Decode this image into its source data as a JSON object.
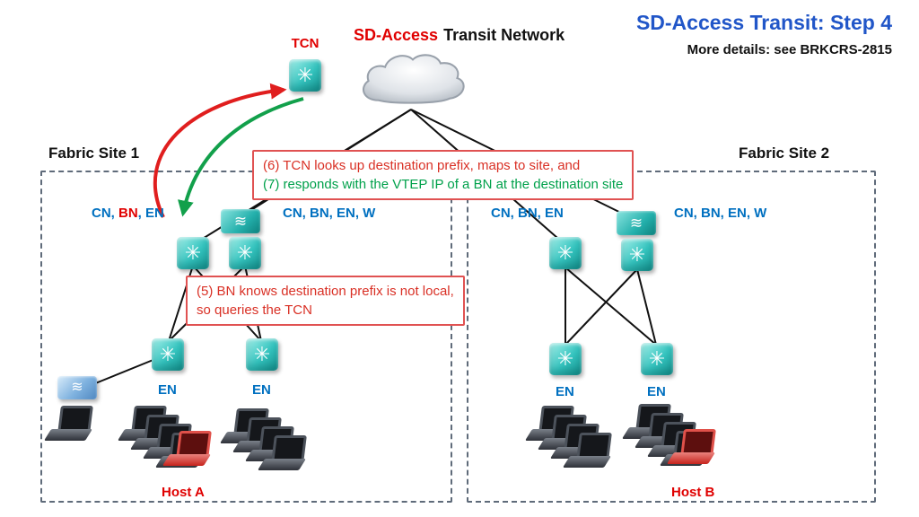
{
  "header": {
    "title": "SD-Access Transit: Step 4",
    "subtitle": "More details: see BRKCRS-2815"
  },
  "transit": {
    "brand": "SD-Access",
    "rest": "Transit Network",
    "tcn": "TCN"
  },
  "sites": {
    "site1": {
      "label": "Fabric Site 1",
      "host": "Host A"
    },
    "site2": {
      "label": "Fabric Site 2",
      "host": "Host B"
    }
  },
  "callouts": {
    "step67": {
      "line1": "(6) TCN looks up destination prefix, maps to site, and",
      "line2": "(7) responds with the VTEP IP of a BN at the destination site"
    },
    "step5": {
      "line1": "(5) BN knows destination prefix is not local,",
      "line2": "so queries the TCN"
    }
  },
  "roles": {
    "site1_border_pre": "CN, ",
    "site1_border_bn": "BN",
    "site1_border_post": ", EN",
    "site1_control": "CN,  BN, EN, W",
    "site2_border": "CN,  BN, EN",
    "site2_control": "CN,  BN, EN, W",
    "en": "EN"
  },
  "glyphs": {
    "router": "✳",
    "switch": "≋",
    "ap": "≋"
  },
  "colors": {
    "title_blue": "#2156c8",
    "role_blue": "#0070c0",
    "alert_red": "#e00000",
    "ok_green": "#00a14b",
    "node_teal": "#2cb5b2"
  }
}
